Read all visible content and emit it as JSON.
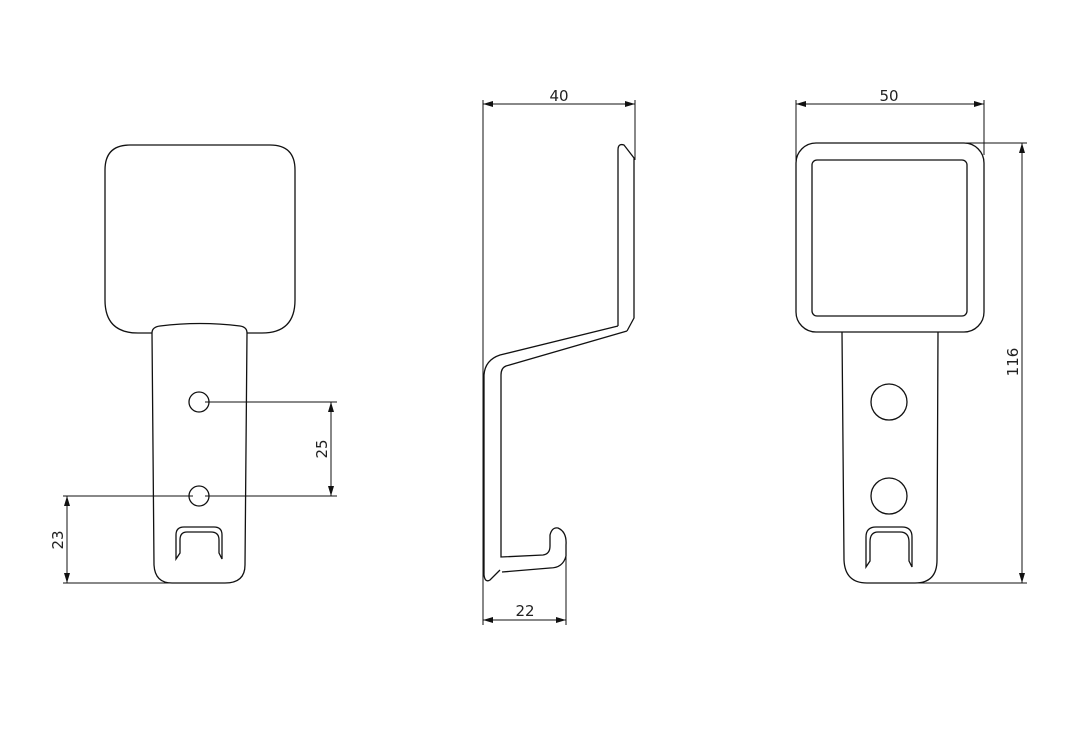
{
  "drawing": {
    "views": [
      "front-view",
      "side-view",
      "rear-view"
    ],
    "dimensions": {
      "hole_spacing": "25",
      "bottom_hole_height": "23",
      "side_depth": "40",
      "hook_depth": "22",
      "width": "50",
      "height": "116"
    }
  }
}
